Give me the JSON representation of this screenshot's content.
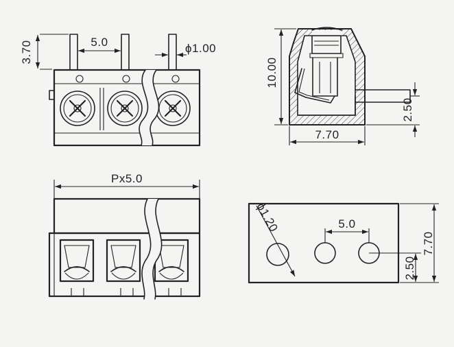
{
  "colors": {
    "line": "#222222",
    "paper": "#f4f4f3"
  },
  "views": {
    "front": {
      "pin_height": "3.70",
      "pitch": "5.0",
      "pin_diameter": "ϕ1.00"
    },
    "side": {
      "height": "10.00",
      "width": "7.70",
      "pin_offset": "2.50"
    },
    "top": {
      "pitch_label": "Px5.0"
    },
    "footprint": {
      "hole_diameter": "ϕ1.20",
      "pitch": "5.0",
      "width": "7.70",
      "hole_offset": "2.50"
    }
  }
}
